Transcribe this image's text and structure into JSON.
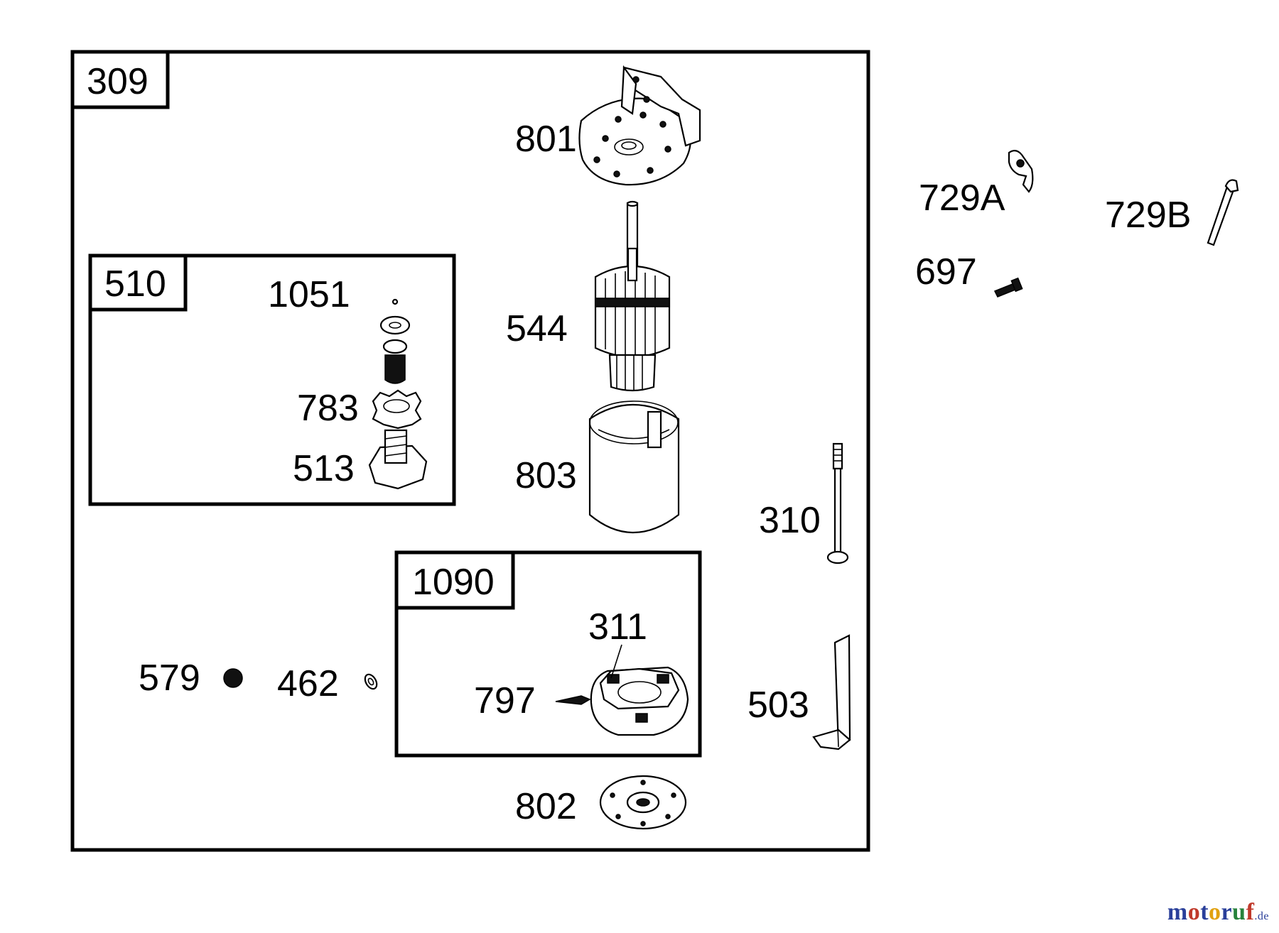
{
  "groups": {
    "main": "309",
    "brush_kit": "510",
    "end_cap_kit": "1090"
  },
  "callouts": {
    "p801": "801",
    "p544": "544",
    "p803": "803",
    "p1051": "1051",
    "p783": "783",
    "p513": "513",
    "p311": "311",
    "p797": "797",
    "p579": "579",
    "p462": "462",
    "p310": "310",
    "p503": "503",
    "p802": "802",
    "p729A": "729A",
    "p729B": "729B",
    "p697": "697"
  },
  "watermark": {
    "brand_parts": [
      "m",
      "o",
      "t",
      "o",
      "r",
      "u",
      "f"
    ],
    "brand_colors": [
      "#2a3f9a",
      "#c0392b",
      "#2a3f9a",
      "#e1a10f",
      "#2a3f9a",
      "#27823c",
      "#c0392b"
    ],
    "tld": ".de"
  }
}
